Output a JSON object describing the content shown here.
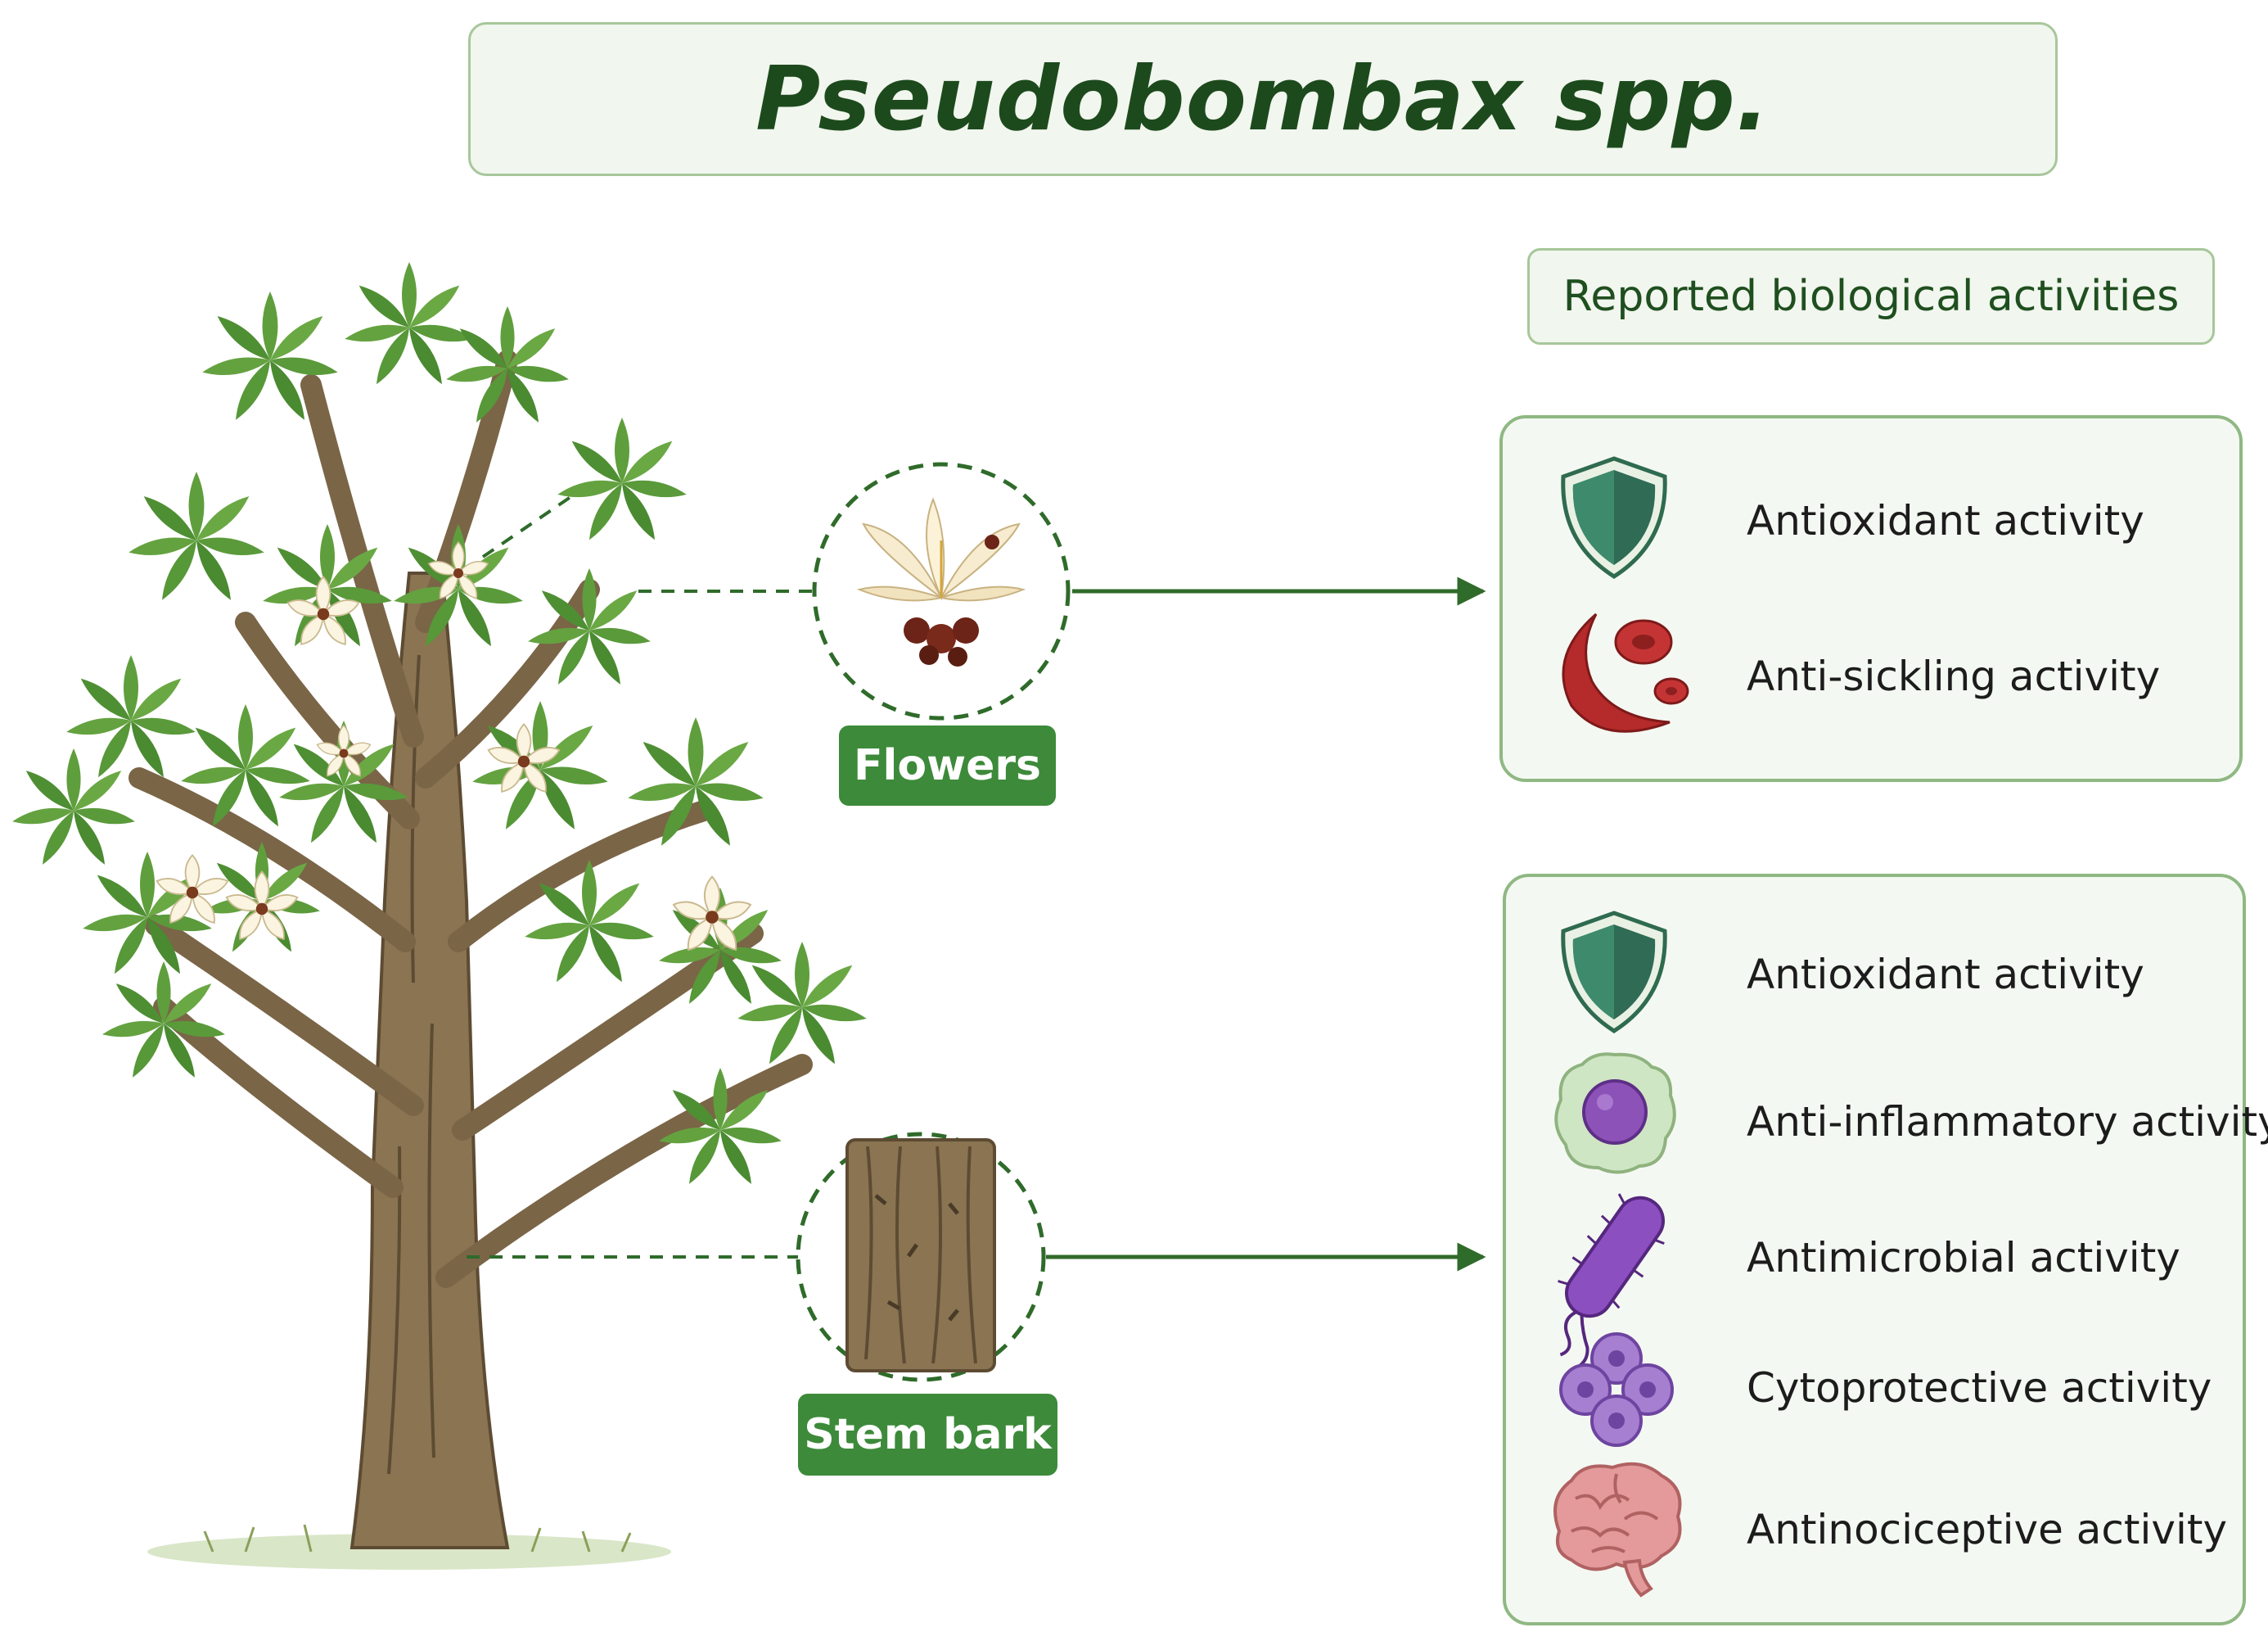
{
  "title": "Pseudobombax spp.",
  "subtitle": "Reported biological activities",
  "parts": {
    "flowers": {
      "label": "Flowers",
      "activities": [
        {
          "label": "Antioxidant activity",
          "icon": "shield-icon"
        },
        {
          "label": "Anti-sickling activity",
          "icon": "red-blood-cell-icon"
        }
      ]
    },
    "stem_bark": {
      "label": "Stem bark",
      "activities": [
        {
          "label": "Antioxidant activity",
          "icon": "shield-icon"
        },
        {
          "label": "Anti-inflammatory activity",
          "icon": "immune-cell-icon"
        },
        {
          "label": "Antimicrobial activity",
          "icon": "bacterium-icon"
        },
        {
          "label": "Cytoprotective activity",
          "icon": "cell-cluster-icon"
        },
        {
          "label": "Antinociceptive activity",
          "icon": "brain-icon"
        }
      ]
    }
  },
  "colors": {
    "title_text": "#1d4a1d",
    "tag_background": "#3d8a3a",
    "panel_border": "#8fb883",
    "connector": "#2f6b2a"
  }
}
